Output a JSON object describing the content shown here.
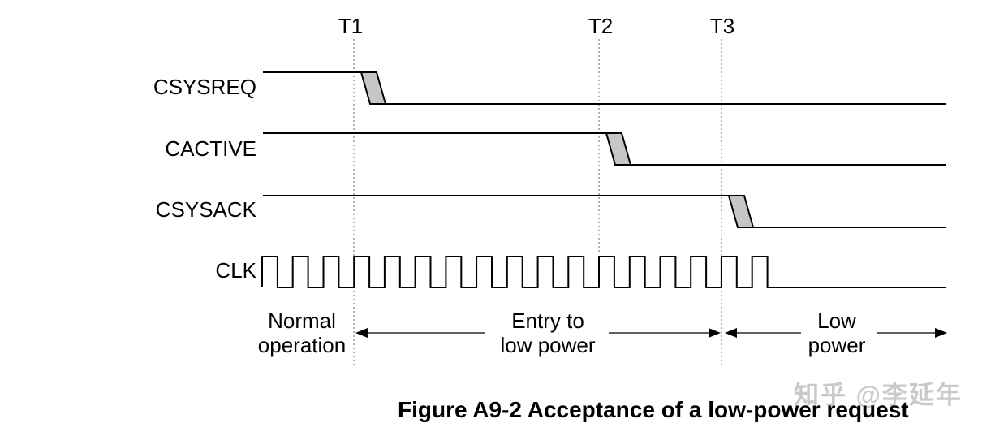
{
  "figure": {
    "caption": "Figure A9-2 Acceptance of a low-power request",
    "watermark": "知乎 @李延年"
  },
  "diagram": {
    "markers": [
      {
        "label": "T1"
      },
      {
        "label": "T2"
      },
      {
        "label": "T3"
      }
    ],
    "signals": [
      {
        "name": "CSYSREQ",
        "kind": "level",
        "state_before": "high",
        "state_after": "low",
        "falls_after": "T1"
      },
      {
        "name": "CACTIVE",
        "kind": "level",
        "state_before": "high",
        "state_after": "low",
        "falls_after": "T2"
      },
      {
        "name": "CSYSACK",
        "kind": "level",
        "state_before": "high",
        "state_after": "low",
        "falls_after": "T3"
      },
      {
        "name": "CLK",
        "kind": "clock",
        "stops_after": "T3"
      }
    ],
    "phases": [
      {
        "name": "normal-operation",
        "label": "Normal\noperation"
      },
      {
        "name": "entry-to-low-power",
        "label": "Entry to\nlow power"
      },
      {
        "name": "low-power",
        "label": "Low\npower"
      }
    ],
    "colors": {
      "line": "#000000",
      "transition_fill": "#c6c6c6",
      "dotted_line": "#999999",
      "watermark": "#c9c9c9"
    }
  }
}
